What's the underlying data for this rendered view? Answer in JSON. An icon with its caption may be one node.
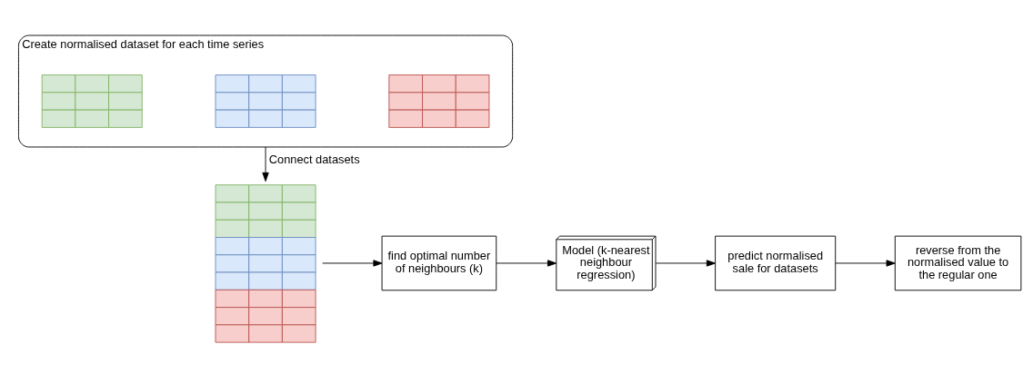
{
  "diagram": {
    "nodes": [
      {
        "text": [
          "Create normalised dataset for each time series"
        ]
      },
      {
        "text": [],
        "shape": "table",
        "in": 0
      },
      {
        "text": [],
        "shape": "table",
        "in": 0
      },
      {
        "text": [],
        "shape": "table",
        "in": 0
      },
      {
        "text": [],
        "shape": "table"
      },
      {
        "text": [
          "find optimal number of neighbours (k)"
        ]
      },
      {
        "text": [
          "Model (k-nearest neighbour regression)"
        ]
      },
      {
        "text": [
          "predict normalised sale for datasets"
        ]
      },
      {
        "text": [
          "reverse from the normalised value to the regular one"
        ]
      }
    ],
    "edges": [
      {
        "from": 0,
        "to": 4,
        "arrow": "to",
        "label": "Connect datasets"
      },
      {
        "from": 4,
        "to": 5,
        "arrow": "to"
      },
      {
        "from": 5,
        "to": 6,
        "arrow": "to"
      },
      {
        "from": 6,
        "to": 7,
        "arrow": "to"
      },
      {
        "from": 7,
        "to": 8,
        "arrow": "to"
      }
    ]
  }
}
